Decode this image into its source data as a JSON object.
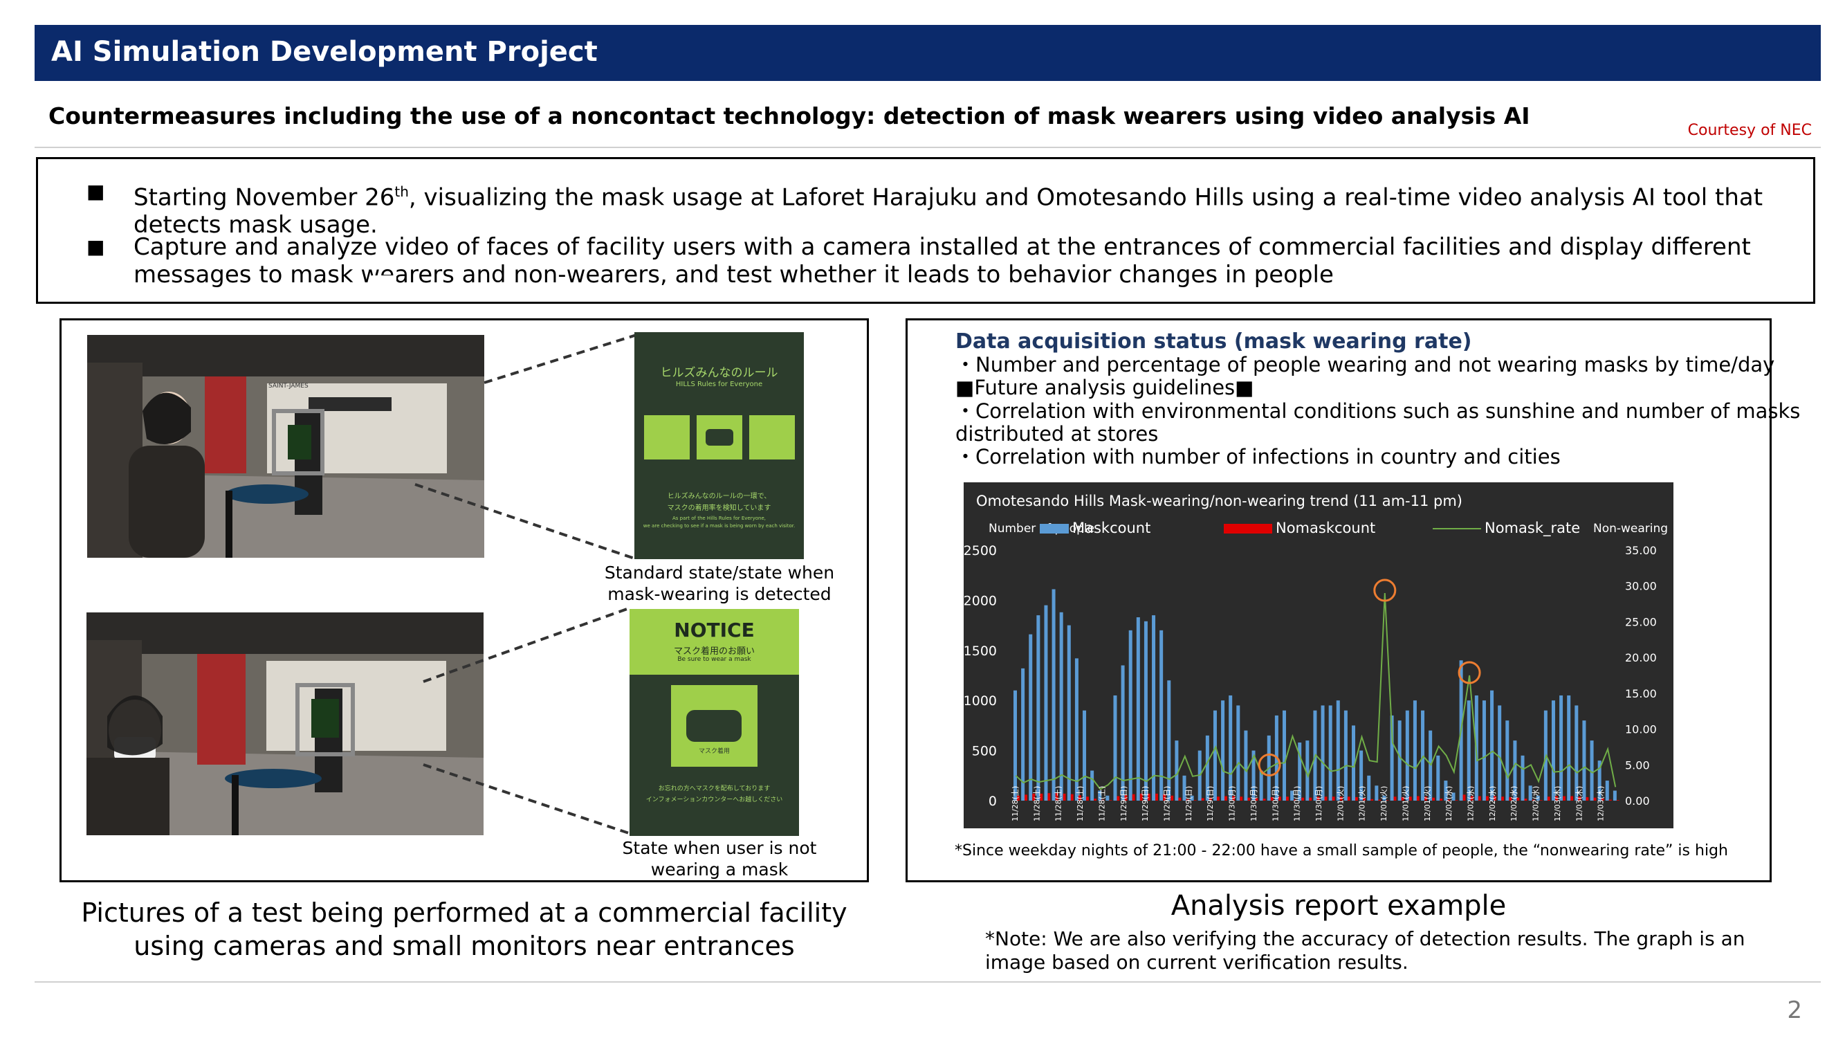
{
  "header": {
    "title": "AI Simulation Development Project",
    "subtitle": "Countermeasures including the use of a noncontact technology:  detection of mask wearers using video analysis AI",
    "courtesy": "Courtesy of NEC"
  },
  "bullets": [
    {
      "marker": "■",
      "pre": "Starting November 26",
      "sup": "th",
      "post": ", visualizing the mask usage at Laforet Harajuku and Omotesando Hills using a real-time video analysis AI tool that detects mask usage."
    },
    {
      "marker": "■",
      "text": "Capture and analyze video of faces of facility users with a camera installed at the entrances of commercial facilities and display different messages to mask wearers and non-wearers, and test whether it leads to behavior changes in people"
    }
  ],
  "left_panel": {
    "poster1": {
      "title": "ヒルズみんなのルール",
      "subtitle": "HILLS Rules for Everyone",
      "line1": "ヒルズみんなのルールの一環で、",
      "line2": "マスクの着用率を検知しています",
      "line3": "As part of the Hills Rules for Everyone,",
      "line4": "we are checking to see if a mask is being worn by each visitor."
    },
    "caption1": [
      "Standard state/state when",
      "mask-wearing is detected"
    ],
    "poster2": {
      "title": "NOTICE",
      "line1": "マスク着用のお願い",
      "line2": "Be sure to wear a mask",
      "line3": "マスク着用",
      "line4": "お忘れの方へマスクを配布しております",
      "line5": "インフォメーションカウンターへお越しください"
    },
    "caption2": [
      "State when user is not",
      "wearing a mask"
    ],
    "bottom_caption": [
      "Pictures of a test being performed at a commercial facility",
      "using cameras and small monitors near entrances"
    ],
    "photo_sign": "SAINT-JAMES"
  },
  "right_panel": {
    "heading": "Data acquisition status (mask wearing rate)",
    "lines": [
      "・Number and percentage of people wearing and not wearing masks by time/day",
      "■Future analysis guidelines■",
      "・Correlation with environmental conditions such as sunshine and number of masks",
      "distributed at stores",
      "・Correlation with number of infections in country and cities"
    ],
    "footnote": "*Since weekday nights of 21:00 - 22:00 have a small sample of people, the “nonwearing rate” is high",
    "caption": "Analysis report example",
    "note": "*Note: We are also verifying the accuracy of detection results. The graph is an image based on current verification results."
  },
  "page_number": "2",
  "colors": {
    "navy": "#0b2a6b",
    "accent": "#c00000",
    "mask_bar": "#5b9bd5",
    "nomask_bar": "#e00000",
    "rate_line": "#70ad47",
    "circle": "#ed7d31"
  },
  "chart_data": {
    "type": "bar",
    "title": "Omotesando Hills  Mask-wearing/non-wearing trend (11 am-11 pm)",
    "ylabel": "Number of people",
    "y2label": "Non-wearing",
    "ylim": [
      0,
      2500
    ],
    "y2lim": [
      0,
      35
    ],
    "yticks": [
      "0",
      "500",
      "1000",
      "1500",
      "2000",
      "2500"
    ],
    "y2ticks": [
      "0.00",
      "5.00",
      "10.00",
      "15.00",
      "20.00",
      "25.00",
      "30.00",
      "35.00"
    ],
    "legend": [
      "Maskcount",
      "Nomaskcount",
      "Nomask_rate"
    ],
    "day_labels": [
      "11/28(土)",
      "11/28(土)",
      "11/28(土)",
      "11/28(土)",
      "11/28(土)",
      "11/29(日)",
      "11/29(日)",
      "11/29(日)",
      "11/29(日)",
      "11/29(日)",
      "11/30(月)",
      "11/30(月)",
      "11/30(月)",
      "11/30(月)",
      "11/30(月)",
      "12/01(火)",
      "12/01(火)",
      "12/01(火)",
      "12/01(火)",
      "12/01(火)",
      "12/02(水)",
      "12/02(水)",
      "12/02(水)",
      "12/02(水)",
      "12/02(水)",
      "12/03(木)",
      "12/03(木)",
      "12/03(木)"
    ],
    "series": [
      {
        "name": "Maskcount",
        "values": [
          1100,
          1320,
          1660,
          1850,
          1950,
          2110,
          1880,
          1750,
          1420,
          900,
          300,
          100,
          50,
          1050,
          1350,
          1700,
          1830,
          1790,
          1850,
          1700,
          1200,
          600,
          250,
          50,
          500,
          650,
          900,
          1000,
          1050,
          950,
          700,
          500,
          300,
          650,
          850,
          900,
          100,
          580,
          600,
          900,
          950,
          950,
          1000,
          900,
          750,
          500,
          250,
          150,
          50,
          850,
          800,
          900,
          1000,
          900,
          700,
          450,
          200,
          80,
          1400,
          1000,
          1050,
          1000,
          1100,
          950,
          800,
          600,
          450,
          150,
          50,
          900,
          1000,
          1050,
          1050,
          950,
          800,
          600,
          400,
          200,
          100
        ]
      },
      {
        "name": "Nomaskcount",
        "values": [
          50,
          60,
          70,
          70,
          75,
          80,
          70,
          65,
          55,
          40,
          20,
          10,
          5,
          45,
          55,
          65,
          70,
          70,
          70,
          65,
          50,
          30,
          15,
          5,
          25,
          30,
          40,
          45,
          45,
          40,
          30,
          25,
          20,
          35,
          40,
          40,
          10,
          30,
          30,
          40,
          40,
          40,
          40,
          40,
          35,
          25,
          15,
          10,
          5,
          40,
          35,
          40,
          45,
          40,
          30,
          20,
          10,
          5,
          60,
          45,
          45,
          45,
          45,
          40,
          35,
          30,
          20,
          10,
          5,
          40,
          45,
          45,
          45,
          40,
          35,
          30,
          20,
          10,
          5
        ]
      },
      {
        "name": "Nomask_rate",
        "values": [
          3.5,
          2.5,
          3.0,
          2.6,
          2.8,
          3.0,
          3.6,
          3.0,
          2.7,
          3.4,
          3.0,
          1.6,
          2.2,
          3.3,
          2.8,
          3.0,
          3.2,
          2.7,
          3.5,
          3.4,
          3.0,
          3.7,
          6.2,
          3.4,
          3.6,
          5.5,
          7.5,
          4.1,
          3.7,
          5.3,
          4.1,
          6.3,
          3.7,
          4.6,
          5.2,
          5.3,
          9.0,
          6.1,
          3.4,
          6.4,
          5.2,
          4.1,
          4.3,
          4.9,
          4.7,
          8.9,
          5.6,
          5.4,
          29.0,
          8.1,
          6.0,
          5.0,
          4.5,
          6.2,
          5.0,
          7.6,
          6.3,
          4.0,
          10.4,
          17.5,
          5.6,
          6.1,
          6.9,
          6.0,
          3.2,
          5.2,
          4.4,
          5.0,
          2.7,
          6.3,
          4.0,
          4.1,
          5.0,
          3.9,
          4.7,
          3.9,
          4.6,
          7.2,
          1.9
        ]
      }
    ],
    "highlighted_points": [
      "peak 11/30",
      "peak 12/01",
      "peak 12/02"
    ]
  }
}
